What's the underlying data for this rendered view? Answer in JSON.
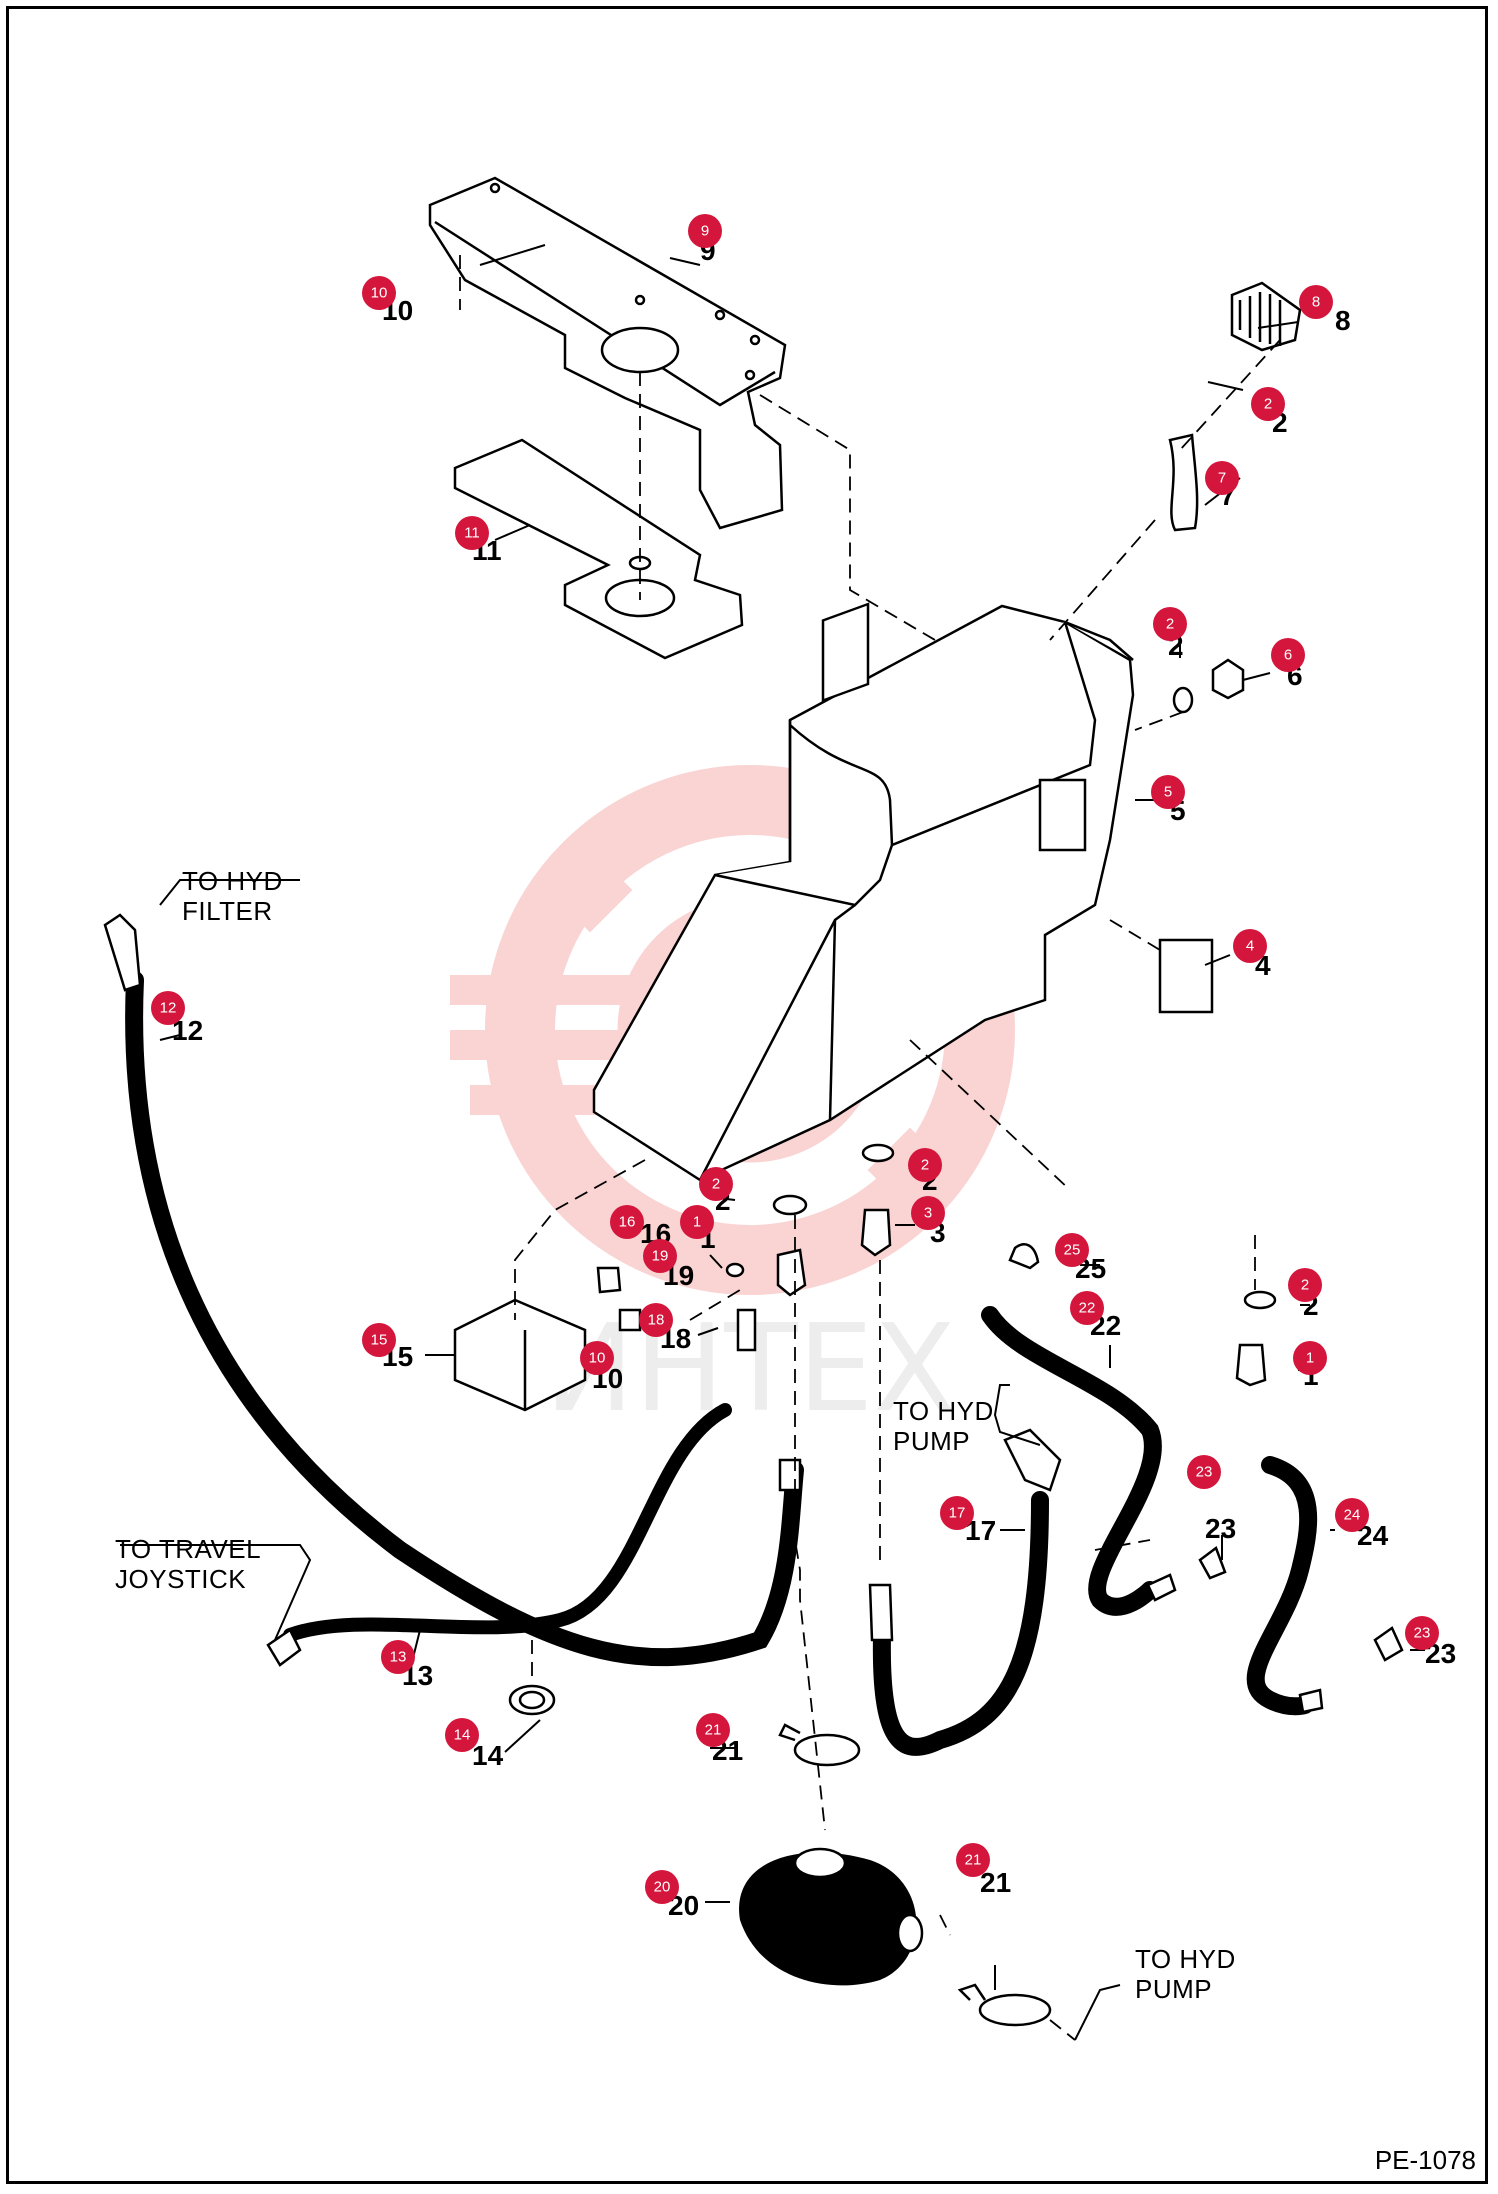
{
  "diagram_code": "PE-1078",
  "watermark_text": "ИНТЕХ",
  "colors": {
    "callout": "#d4163c",
    "watermark": "#f4a0a0",
    "line": "#000000"
  },
  "notes": {
    "to_hyd_filter_1": "TO HYD",
    "to_hyd_filter_2": "FILTER",
    "to_travel_1": "TO TRAVEL",
    "to_travel_2": "JOYSTICK",
    "to_pump_a_1": "TO HYD",
    "to_pump_a_2": "PUMP",
    "to_pump_b_1": "TO HYD",
    "to_pump_b_2": "PUMP"
  },
  "parts": [
    {
      "n": "1"
    },
    {
      "n": "2"
    },
    {
      "n": "3"
    },
    {
      "n": "4"
    },
    {
      "n": "5"
    },
    {
      "n": "6"
    },
    {
      "n": "7"
    },
    {
      "n": "8"
    },
    {
      "n": "9"
    },
    {
      "n": "10"
    },
    {
      "n": "11"
    },
    {
      "n": "12"
    },
    {
      "n": "13"
    },
    {
      "n": "14"
    },
    {
      "n": "15"
    },
    {
      "n": "16"
    },
    {
      "n": "17"
    },
    {
      "n": "18"
    },
    {
      "n": "19"
    },
    {
      "n": "20"
    },
    {
      "n": "21"
    },
    {
      "n": "22"
    },
    {
      "n": "23"
    },
    {
      "n": "24"
    },
    {
      "n": "25"
    }
  ]
}
